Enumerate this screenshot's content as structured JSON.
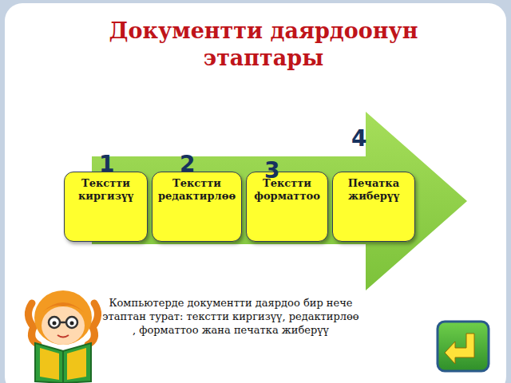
{
  "diagram": {
    "title": "Документти даярдоонун этаптары",
    "caption": "Компьютерде документти даярдоо бир нече этаптан турат: текстти киргизүү, редактирлөө , форматтоо жана печатка жиберүү",
    "nodes": [
      {
        "text": [
          "Текстти киргизүү"
        ]
      },
      {
        "text": [
          "Текстти редактирлөө"
        ]
      },
      {
        "text": [
          "Текстти форматтоо"
        ]
      },
      {
        "text": [
          "Печатка жиберүү"
        ]
      }
    ],
    "labels": [
      "1",
      "2",
      "3",
      "4"
    ]
  }
}
